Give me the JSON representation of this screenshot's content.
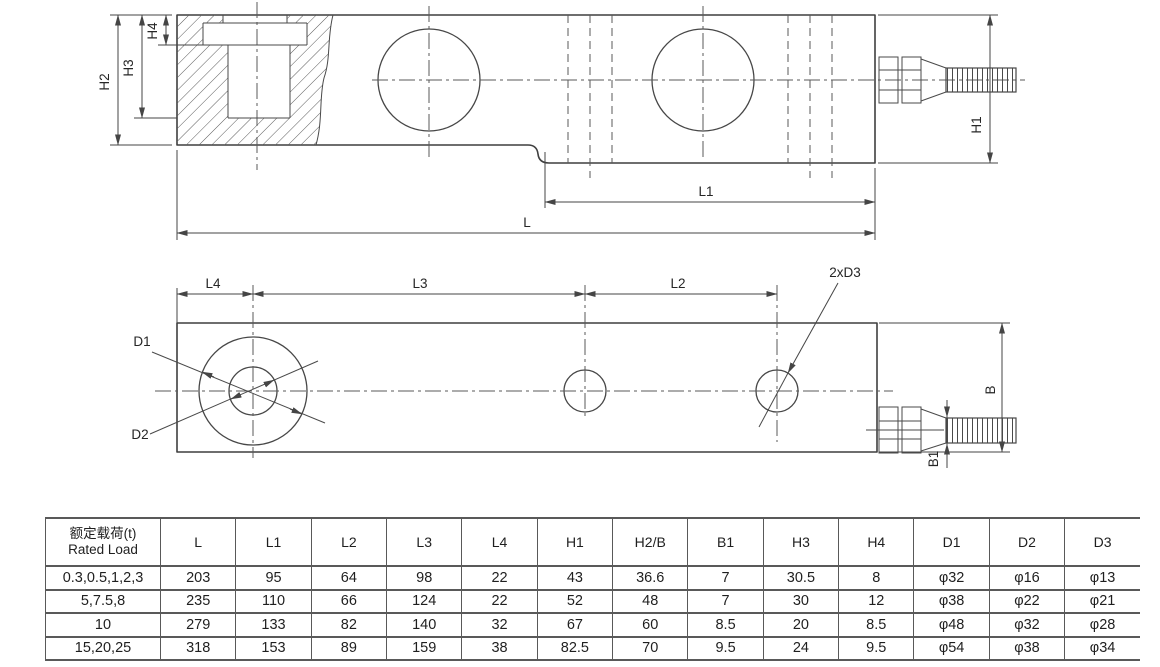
{
  "page": {
    "background": "#ffffff",
    "line_color": "#3f3f3f",
    "text_color": "#262626"
  },
  "drawing": {
    "side_view": {
      "description": "side elevation section view of shear-beam load cell",
      "labels": {
        "H1": "H1",
        "H2": "H2",
        "H3": "H3",
        "H4": "H4",
        "L": "L",
        "L1": "L1"
      }
    },
    "plan_view": {
      "description": "top plan view of shear-beam load cell",
      "labels": {
        "L2": "L2",
        "L3": "L3",
        "L4": "L4",
        "D1": "D1",
        "D2": "D2",
        "B": "B",
        "B1": "B1",
        "D3_callout": "2xD3"
      }
    }
  },
  "table": {
    "header": {
      "rated_load_zh": "额定载荷(t)",
      "rated_load_en": "Rated Load",
      "columns": [
        "L",
        "L1",
        "L2",
        "L3",
        "L4",
        "H1",
        "H2/B",
        "B1",
        "H3",
        "H4",
        "D1",
        "D2",
        "D3"
      ]
    },
    "rows": [
      {
        "rated_load": "0.3,0.5,1,2,3",
        "values": [
          "203",
          "95",
          "64",
          "98",
          "22",
          "43",
          "36.6",
          "7",
          "30.5",
          "8",
          "φ32",
          "φ16",
          "φ13"
        ]
      },
      {
        "rated_load": "5,7.5,8",
        "values": [
          "235",
          "110",
          "66",
          "124",
          "22",
          "52",
          "48",
          "7",
          "30",
          "12",
          "φ38",
          "φ22",
          "φ21"
        ]
      },
      {
        "rated_load": "10",
        "values": [
          "279",
          "133",
          "82",
          "140",
          "32",
          "67",
          "60",
          "8.5",
          "20",
          "8.5",
          "φ48",
          "φ32",
          "φ28"
        ]
      },
      {
        "rated_load": "15,20,25",
        "values": [
          "318",
          "153",
          "89",
          "159",
          "38",
          "82.5",
          "70",
          "9.5",
          "24",
          "9.5",
          "φ54",
          "φ38",
          "φ34"
        ]
      }
    ]
  }
}
